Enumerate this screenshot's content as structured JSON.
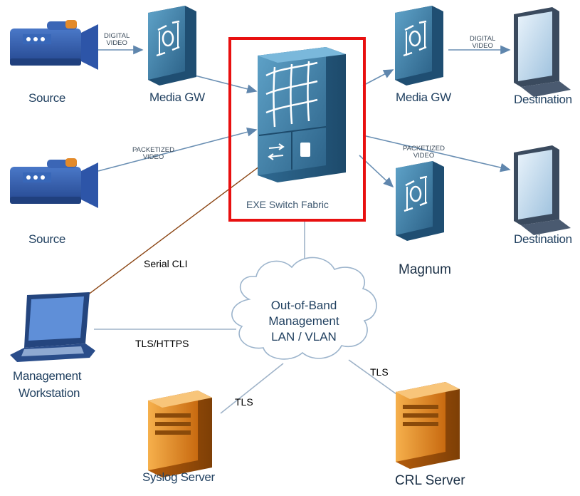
{
  "nodes": {
    "source_top": "Source",
    "source_bottom": "Source",
    "media_gw_left": "Media GW",
    "media_gw_right": "Media GW",
    "exe_switch": "EXE Switch Fabric",
    "destination_top": "Destination",
    "destination_bottom": "Destination",
    "magnum": "Magnum",
    "workstation_line1": "Management",
    "workstation_line2": "Workstation",
    "syslog": "Syslog Server",
    "crl": "CRL Server",
    "cloud_line1": "Out-of-Band",
    "cloud_line2": "Management",
    "cloud_line3": "LAN / VLAN"
  },
  "edges": {
    "digital_video_left_1": "DIGITAL",
    "digital_video_left_2": "VIDEO",
    "digital_video_right_1": "DIGITAL",
    "digital_video_right_2": "VIDEO",
    "packetized_left_1": "PACKETIZED",
    "packetized_left_2": "VIDEO",
    "packetized_right_1": "PACKETIZED",
    "packetized_right_2": "VIDEO",
    "serial_cli": "Serial CLI",
    "tls_https": "TLS/HTTPS",
    "tls_syslog": "TLS",
    "tls_crl": "TLS"
  },
  "colors": {
    "highlight": "#e81010",
    "serial_line": "#8b4513",
    "connector": "#9fb3c8",
    "device_blue": "#3f7ea6",
    "server_orange": "#e8962a"
  },
  "icons": [
    "video-camera-icon",
    "media-gateway-icon",
    "switch-fabric-icon",
    "monitor-icon",
    "laptop-icon",
    "server-icon",
    "cloud-icon"
  ]
}
